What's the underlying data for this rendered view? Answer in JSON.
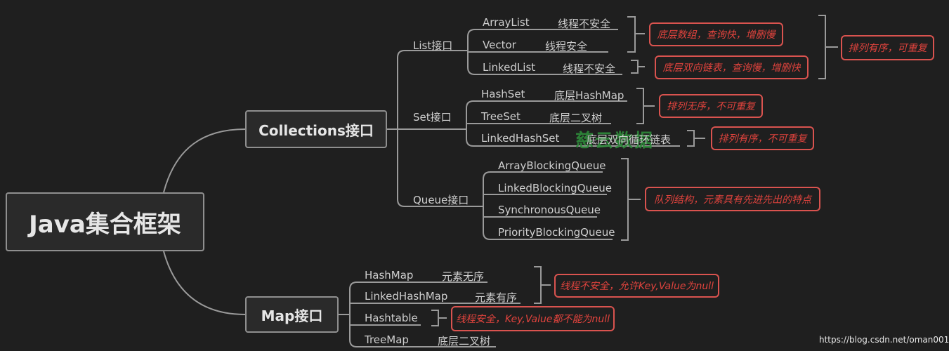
{
  "root": "Java集合框架",
  "collections": {
    "title": "Collections接口",
    "list": {
      "title": "List接口",
      "items": [
        {
          "name": "ArrayList",
          "desc": "线程不安全"
        },
        {
          "name": "Vector",
          "desc": "线程安全"
        },
        {
          "name": "LinkedList",
          "desc": "线程不安全"
        }
      ]
    },
    "set": {
      "title": "Set接口",
      "items": [
        {
          "name": "HashSet",
          "desc": "底层HashMap"
        },
        {
          "name": "TreeSet",
          "desc": "底层二叉树"
        },
        {
          "name": "LinkedHashSet",
          "desc": "底层双向循环链表"
        }
      ]
    },
    "queue": {
      "title": "Queue接口",
      "items": [
        "ArrayBlockingQueue",
        "LinkedBlockingQueue",
        "SynchronousQueue",
        "PriorityBlockingQueue"
      ]
    }
  },
  "map": {
    "title": "Map接口",
    "items": [
      {
        "name": "HashMap",
        "desc": "元素无序"
      },
      {
        "name": "LinkedHashMap",
        "desc": "元素有序"
      },
      {
        "name": "Hashtable",
        "desc": ""
      },
      {
        "name": "TreeMap",
        "desc": "底层二叉树"
      }
    ]
  },
  "notes": {
    "list_array_vector": "底层数组，查询快，增删慢",
    "list_linked": "底层双向链表，查询慢，增删快",
    "list_all": "排列有序，可重复",
    "set_hash_tree": "排列无序，不可重复",
    "set_linked": "排列有序，不可重复",
    "queue": "队列结构，元素具有先进先出的特点",
    "map_hash_linked": "线程不安全，允许Key,Value为null",
    "map_hashtable": "线程安全，Key,Value都不能为null"
  },
  "watermark": "慈云数据",
  "source_url": "https://blog.csdn.net/oman001",
  "colors": {
    "background": "#1f1f1f",
    "line": "#9a9a9a",
    "note": "#d9534f",
    "watermark": "#2e8b3a"
  }
}
